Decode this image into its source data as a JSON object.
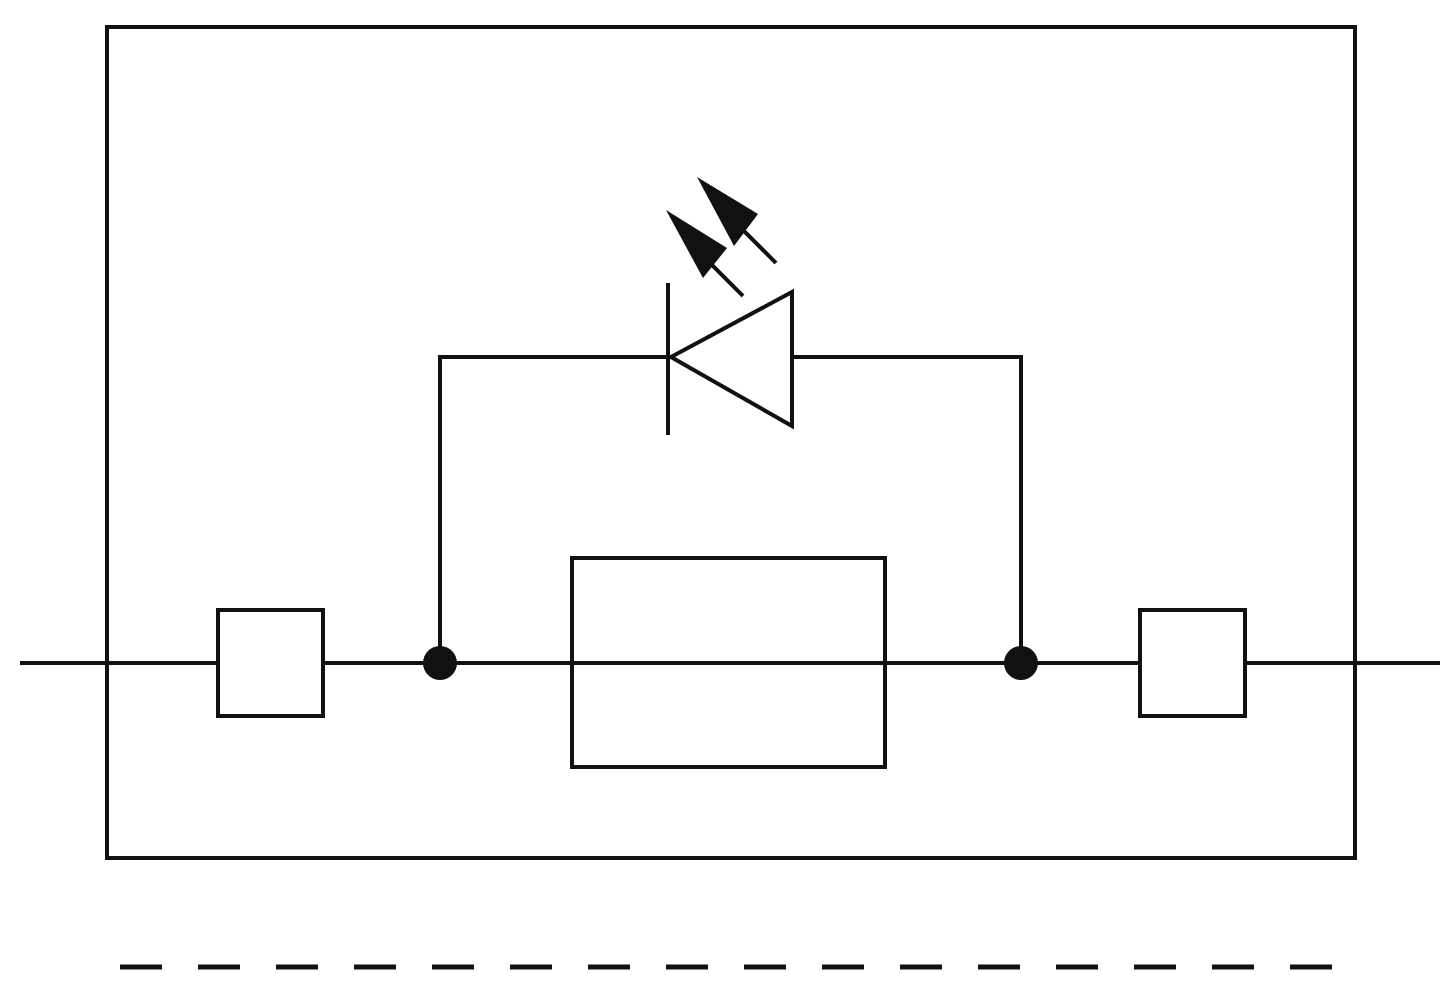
{
  "diagram": {
    "kind": "circuit-schematic",
    "components": [
      {
        "id": "terminal-left",
        "type": "terminal"
      },
      {
        "id": "junction-left",
        "type": "junction"
      },
      {
        "id": "fuse",
        "type": "fuse"
      },
      {
        "id": "junction-right",
        "type": "junction"
      },
      {
        "id": "terminal-right",
        "type": "terminal"
      },
      {
        "id": "led",
        "type": "light-emitting-diode"
      }
    ],
    "connections": [
      [
        "line-in",
        "terminal-left"
      ],
      [
        "terminal-left",
        "junction-left"
      ],
      [
        "junction-left",
        "fuse"
      ],
      [
        "fuse",
        "junction-right"
      ],
      [
        "junction-right",
        "terminal-right"
      ],
      [
        "terminal-right",
        "line-out"
      ],
      [
        "junction-left",
        "led"
      ],
      [
        "led",
        "junction-right"
      ]
    ],
    "colors": {
      "stroke": "#111111",
      "background": "#ffffff"
    }
  }
}
